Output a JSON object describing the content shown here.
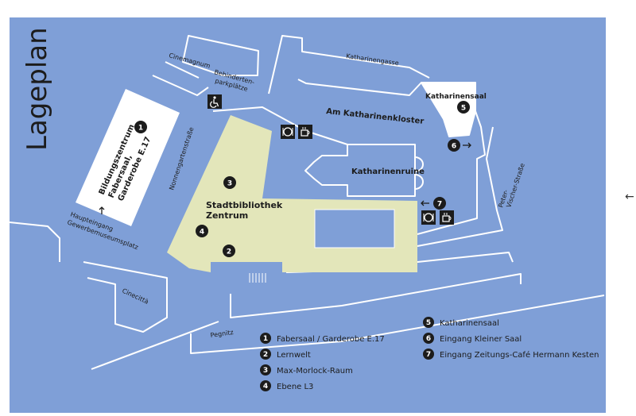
{
  "title": "Lageplan",
  "colors": {
    "background_blue": "#7f9fd7",
    "outline_white": "#ffffff",
    "library_green": "#e3e6ba",
    "marker_dark": "#1c1c1c"
  },
  "streets": {
    "cinemagnum": "Cinemagnum",
    "katharinengasse": "Katharinengasse",
    "am_katharinenkloster": "Am Katharinenkloster",
    "nonnengartenstrasse": "Nonnengartenstraße",
    "peter_vischer_1": "Peter-",
    "peter_vischer_2": "Vischer-Straße",
    "cinecitta": "Cinecittà",
    "pegnitz": "Pegnitz",
    "haupteingang_1": "Haupteingang",
    "haupteingang_2": "Gewerbemuseumsplatz"
  },
  "labels": {
    "behinderten_1": "Behinderten-",
    "behinderten_2": "parkplätze",
    "bildungszentrum_1": "Bildungszentrum",
    "bildungszentrum_2": "Fabersaal,",
    "bildungszentrum_3": "Garderobe E.17",
    "stadtbibliothek_1": "Stadtbibliothek",
    "stadtbibliothek_2": "Zentrum",
    "katharinenruine": "Katharinenruine",
    "katharinensaal": "Katharinensaal"
  },
  "icons": {
    "wheelchair": "wheelchair-icon",
    "dining": "dining-icon",
    "coffee": "coffee-icon",
    "arrow": "arrow-icon"
  },
  "markers": [
    "1",
    "2",
    "3",
    "4",
    "5",
    "6",
    "7"
  ],
  "legend": [
    {
      "num": "1",
      "text": "Fabersaal / Garderobe E.17"
    },
    {
      "num": "2",
      "text": "Lernwelt"
    },
    {
      "num": "3",
      "text": "Max-Morlock-Raum"
    },
    {
      "num": "4",
      "text": "Ebene L3"
    },
    {
      "num": "5",
      "text": "Katharinensaal"
    },
    {
      "num": "6",
      "text": "Eingang Kleiner Saal"
    },
    {
      "num": "7",
      "text": "Eingang Zeitungs-Café Hermann Kesten"
    }
  ],
  "nav": {
    "back": "←"
  }
}
